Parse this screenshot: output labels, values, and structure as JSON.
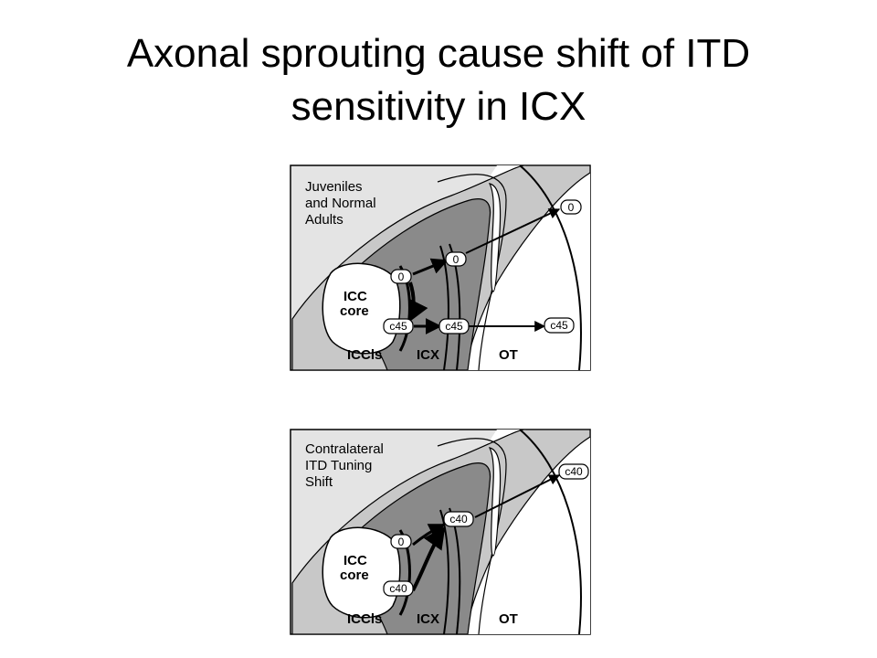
{
  "slide": {
    "title_line1": "Axonal sprouting cause shift of ITD",
    "title_line2": "sensitivity in ICX"
  },
  "colors": {
    "stroke": "#000000",
    "outer_fill": "#c8c8c8",
    "icx_fill": "#8a8a8a",
    "core_fill": "#ffffff",
    "frame_fill": "#e4e4e4"
  },
  "panels": {
    "top": {
      "corner_label": [
        "Juveniles",
        "and Normal",
        "Adults"
      ],
      "core_label": [
        "ICC",
        "core"
      ],
      "regions": {
        "iccls": "ICCls",
        "icx": "ICX",
        "ot": "OT"
      },
      "boxes": {
        "icc_upper": "0",
        "icc_lower": "c45",
        "icx_upper": "0",
        "icx_lower": "c45",
        "ot_upper": "0",
        "ot_lower": "c45"
      }
    },
    "bottom": {
      "corner_label": [
        "Contralateral",
        "ITD Tuning",
        "Shift"
      ],
      "core_label": [
        "ICC",
        "core"
      ],
      "regions": {
        "iccls": "ICCls",
        "icx": "ICX",
        "ot": "OT"
      },
      "boxes": {
        "icc_upper": "0",
        "icc_lower": "c40",
        "icx": "c40",
        "ot": "c40"
      }
    }
  }
}
